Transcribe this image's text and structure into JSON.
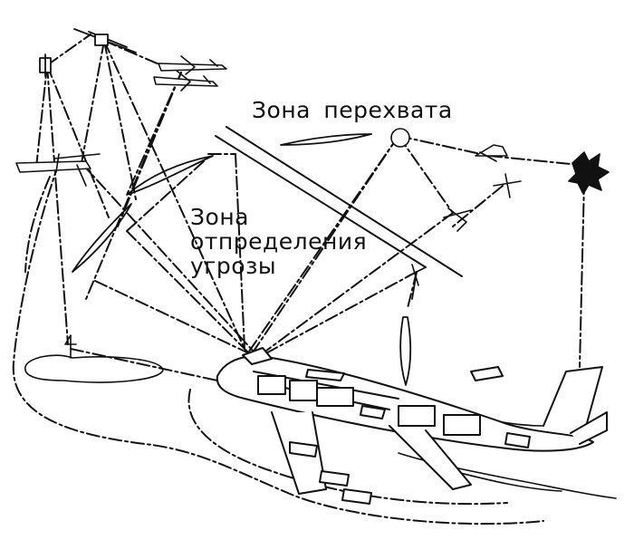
{
  "labels": {
    "intercept_zone": "Зона перехвата",
    "threat_zone_line1": "Зона",
    "threat_zone_line2": "отпределения",
    "threat_zone_line3": "угрозы"
  },
  "colors": {
    "ink": "#111111",
    "background": "#ffffff"
  },
  "icons": {
    "jet": "jet-aircraft-icon",
    "helicopter": "helicopter-icon",
    "missile": "missile-icon",
    "satellite": "satellite-icon",
    "explosion": "explosion-icon"
  }
}
